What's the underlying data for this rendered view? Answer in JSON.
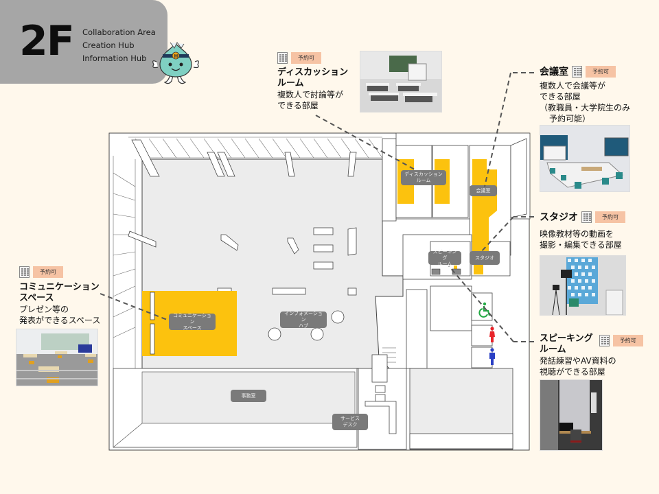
{
  "header": {
    "floor": "2F",
    "hubs": [
      "Collaboration Area",
      "Creation Hub",
      "Information Hub"
    ],
    "mascot_icon": "mascot-character-icon"
  },
  "reservation_badge": "予約可",
  "rooms": {
    "discussion": {
      "title_line1": "ディスカッション",
      "title_line2": "ルーム",
      "desc_line1": "複数人で討論等が",
      "desc_line2": "できる部屋",
      "reservable": true,
      "photo": "discussion-room-photo"
    },
    "meeting": {
      "title": "会議室",
      "desc_line1": "複数人で会議等が",
      "desc_line2": "できる部屋",
      "desc_line3": "（教職員・大学院生のみ",
      "desc_line4": "予約可能）",
      "reservable": true,
      "photo": "meeting-room-photo"
    },
    "studio": {
      "title": "スタジオ",
      "desc_line1": "映像教材等の動画を",
      "desc_line2": "撮影・編集できる部屋",
      "reservable": true,
      "photo": "studio-photo"
    },
    "speaking": {
      "title_line1": "スピーキング",
      "title_line2": "ルーム",
      "desc_line1": "発話練習やAV資料の",
      "desc_line2": "視聴ができる部屋",
      "reservable": true,
      "photo": "speaking-room-photo"
    },
    "communication": {
      "title_line1": "コミュニケーション",
      "title_line2": "スペース",
      "desc_line1": "プレゼン等の",
      "desc_line2": "発表ができるスペース",
      "reservable": true,
      "photo": "communication-space-photo"
    }
  },
  "plan_labels": {
    "discussion": "ディスカッション\nルーム",
    "meeting": "会議室",
    "speaking": "スピーキング\nルーム",
    "studio": "スタジオ",
    "communication": "コミュニケーション\nスペース",
    "info_hub": "インフォメーション\nハブ",
    "office": "事務室",
    "service_desk": "サービス\nデスク"
  },
  "colors": {
    "background": "#fff8ec",
    "header": "#a6a6a6",
    "highlight": "#fcc20e",
    "floor": "#ececec",
    "label_bg": "#7a7a7a",
    "badge": "#f6c3a4",
    "accessible": "#22aa44",
    "womens": "#e8242a",
    "mens": "#2a3fc4"
  },
  "restrooms": {
    "accessible_icon": "wheelchair-icon",
    "womens_icon": "womens-restroom-icon",
    "mens_icon": "mens-restroom-icon"
  }
}
